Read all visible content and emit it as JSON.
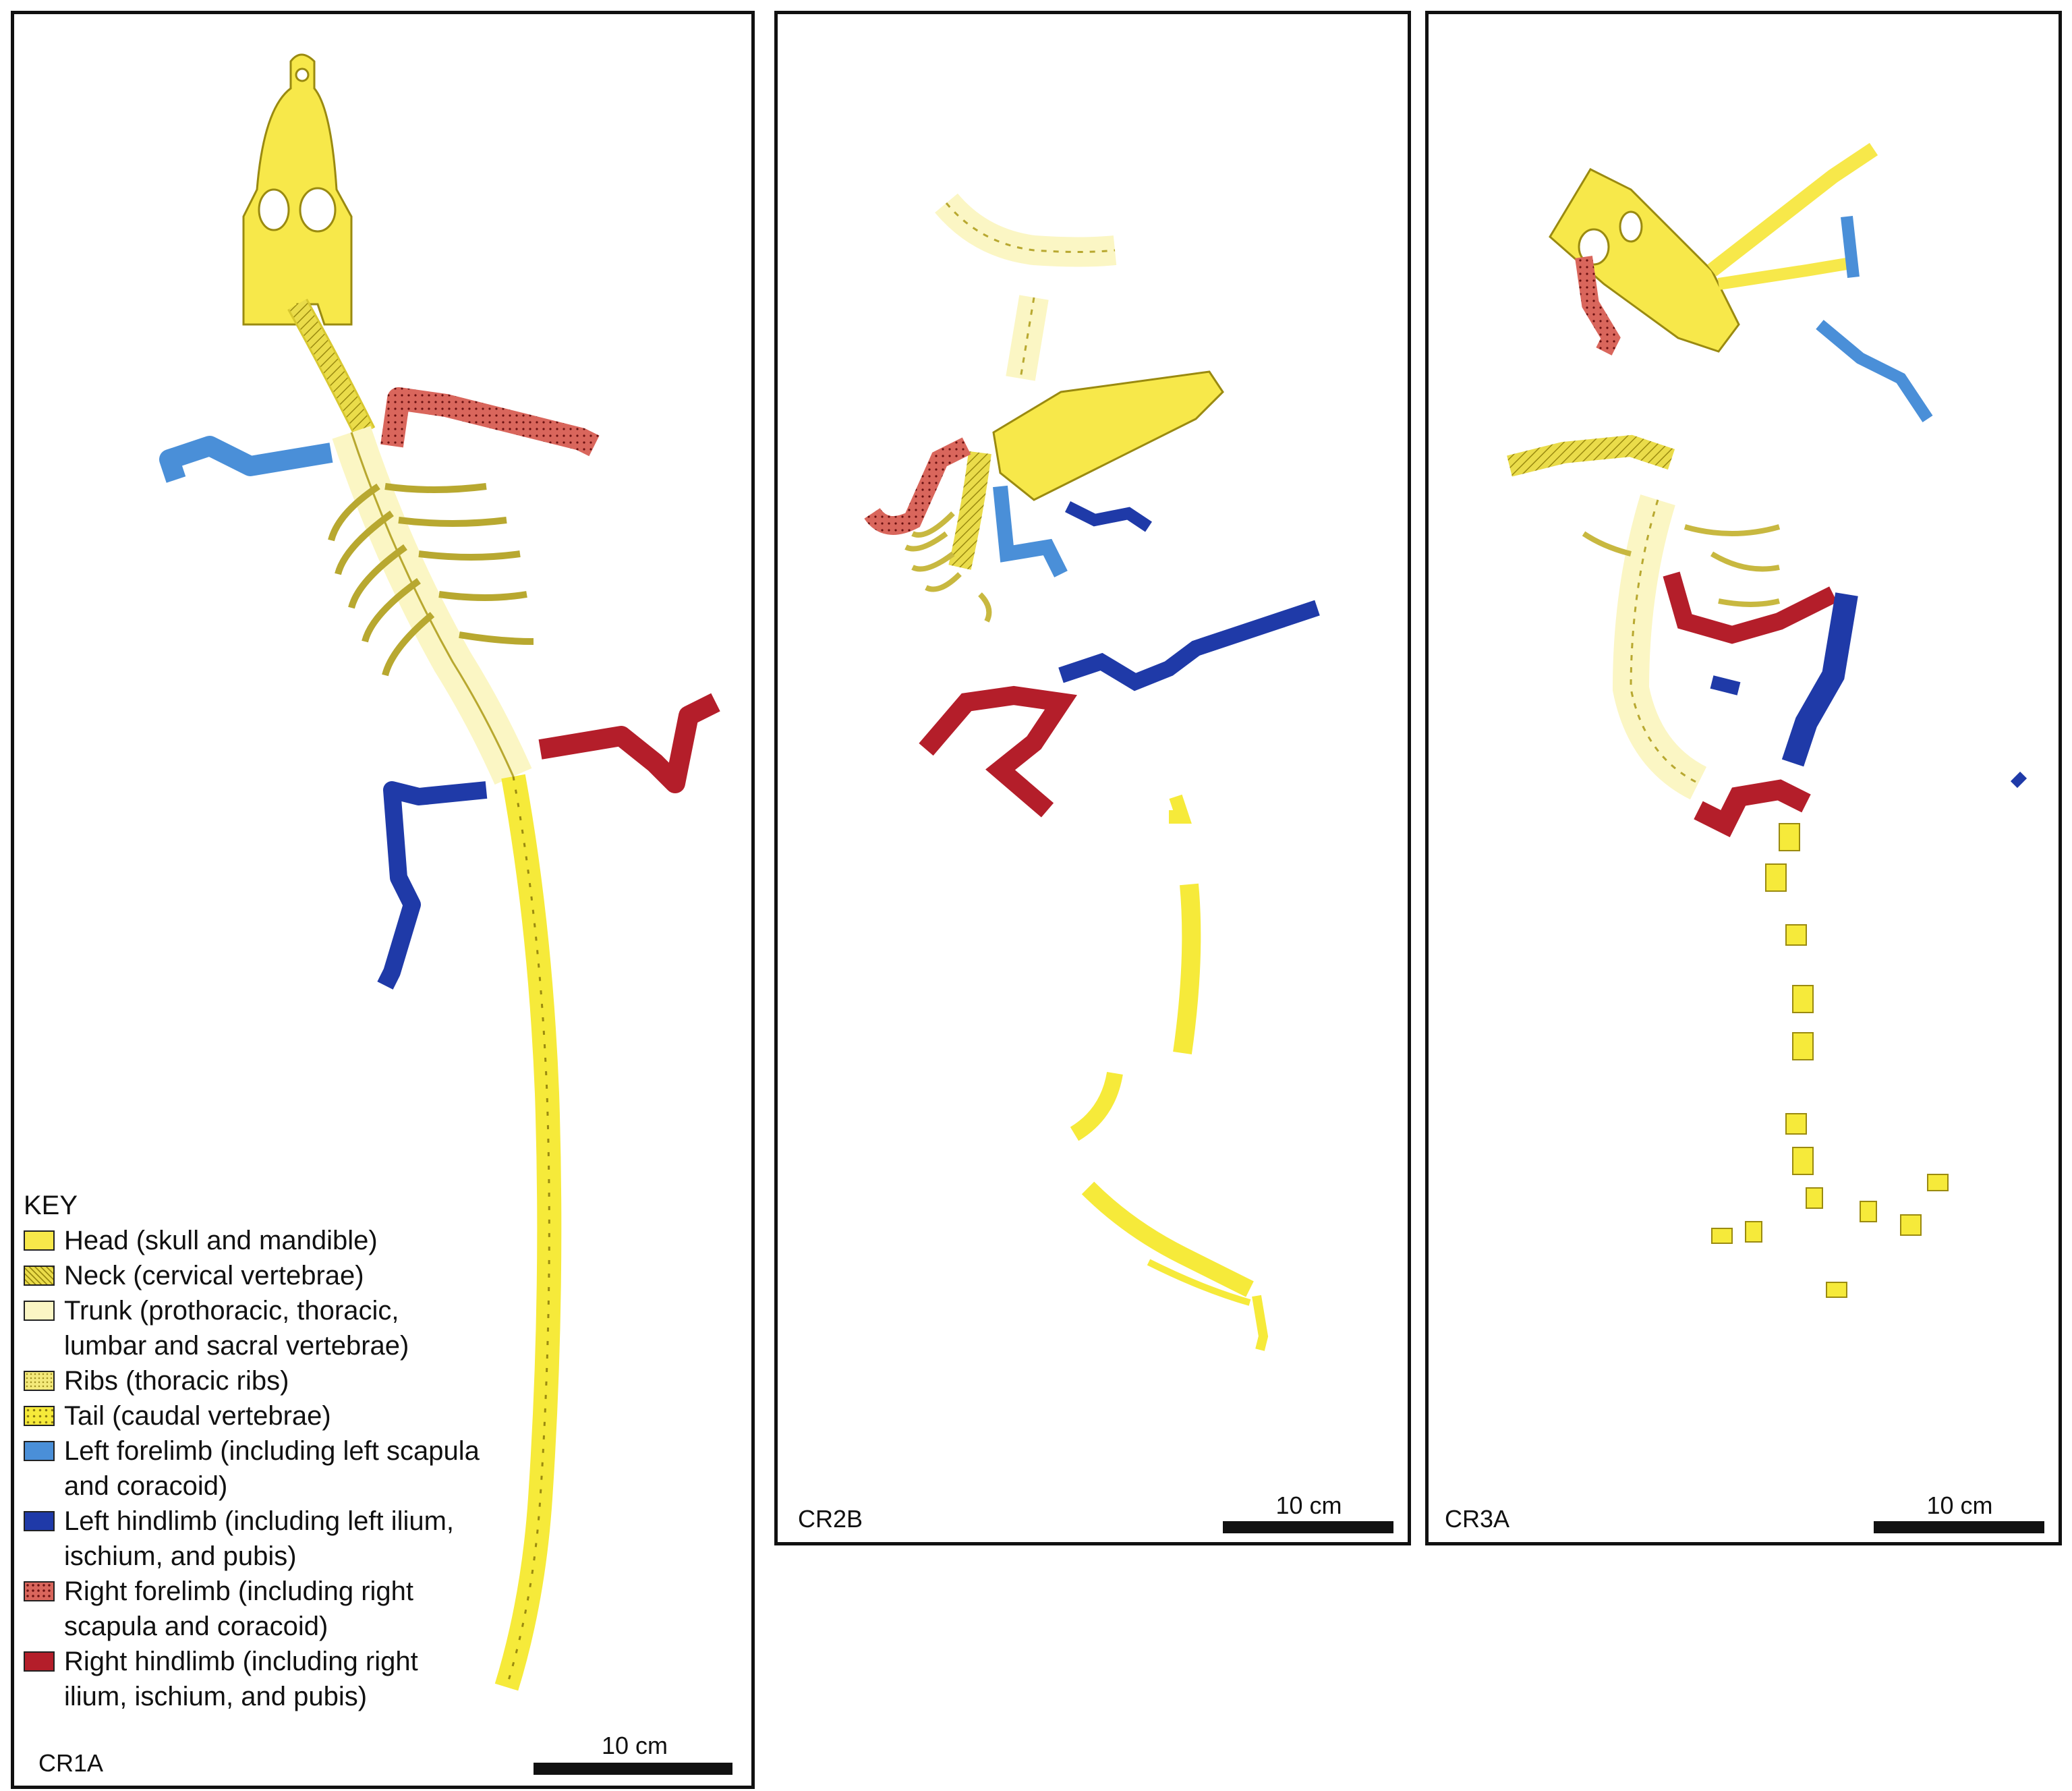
{
  "panels": [
    {
      "id": "CR1A",
      "label": "CR1A",
      "scale_label": "10 cm"
    },
    {
      "id": "CR2B",
      "label": "CR2B",
      "scale_label": "10 cm"
    },
    {
      "id": "CR3A",
      "label": "CR3A",
      "scale_label": "10 cm"
    }
  ],
  "key": {
    "title": "KEY",
    "items": [
      {
        "label": "Head (skull and mandible)",
        "color": "#f7e84a",
        "pattern": "solid"
      },
      {
        "label": "Neck (cervical vertebrae)",
        "color": "#eadc4a",
        "pattern": "hatch"
      },
      {
        "label": "Trunk (prothoracic, thoracic, lumbar and sacral vertebrae)",
        "color": "#fbf6c4",
        "pattern": "solid"
      },
      {
        "label": "Ribs (thoracic ribs)",
        "color": "#f3e97a",
        "pattern": "dots"
      },
      {
        "label": "Tail (caudal vertebrae)",
        "color": "#f6ea3a",
        "pattern": "dots"
      },
      {
        "label": "Left forelimb (including left scapula and coracoid)",
        "color": "#4a8fd8",
        "pattern": "solid"
      },
      {
        "label": "Left hindlimb (including left ilium, ischium, and pubis)",
        "color": "#1f3aa8",
        "pattern": "solid"
      },
      {
        "label": "Right forelimb (including right scapula and coracoid)",
        "color": "#d9665c",
        "pattern": "dots"
      },
      {
        "label": "Right hindlimb (including right ilium, ischium, and pubis)",
        "color": "#b41e2a",
        "pattern": "solid"
      }
    ]
  }
}
